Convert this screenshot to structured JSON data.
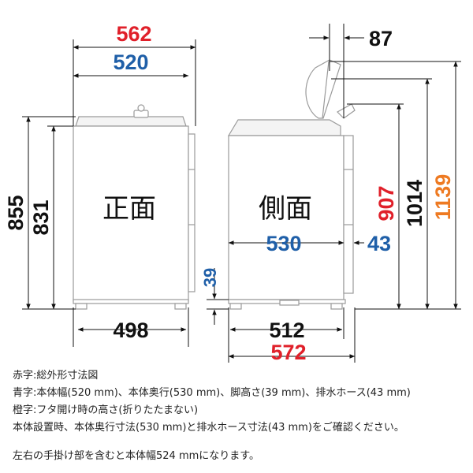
{
  "labels": {
    "front": "正面",
    "side": "側面"
  },
  "dimensions": {
    "overall_width": "562",
    "body_width": "520",
    "leg_span_width": "498",
    "overall_height": "855",
    "body_height": "831",
    "leg_height": "39",
    "lid_offset": "87",
    "body_depth": "530",
    "hose_depth": "43",
    "base_depth": "512",
    "overall_depth": "572",
    "height_907": "907",
    "height_1014": "1014",
    "open_lid_height": "1139"
  },
  "colors": {
    "red": "#e0202a",
    "blue": "#1f5fa8",
    "orange": "#ee7a22",
    "black": "#111111",
    "outline": "#9a9a9a"
  },
  "notes": [
    "赤字:総外形寸法図",
    "青字:本体幅(520 mm)、本体奥行(530 mm)、脚高さ(39 mm)、排水ホース(43 mm)",
    "橙字:フタ開け時の高さ(折りたたまない)",
    "本体設置時、本体奥行寸法(530 mm)と排水ホース寸法(43 mm)をご確認ください。",
    "左右の手掛け部を含むと本体幅524 mmになります。"
  ]
}
